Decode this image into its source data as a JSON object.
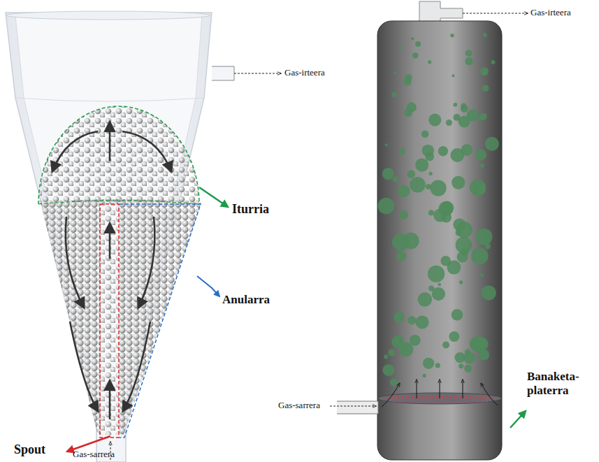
{
  "diagram": {
    "labels": [
      "Gas-irteera",
      "Iturria",
      "Anularra",
      "Spout",
      "Gas-sarrera",
      "Gas-irteera",
      "Banaketa- platerra",
      "Gas-sarrera"
    ]
  }
}
